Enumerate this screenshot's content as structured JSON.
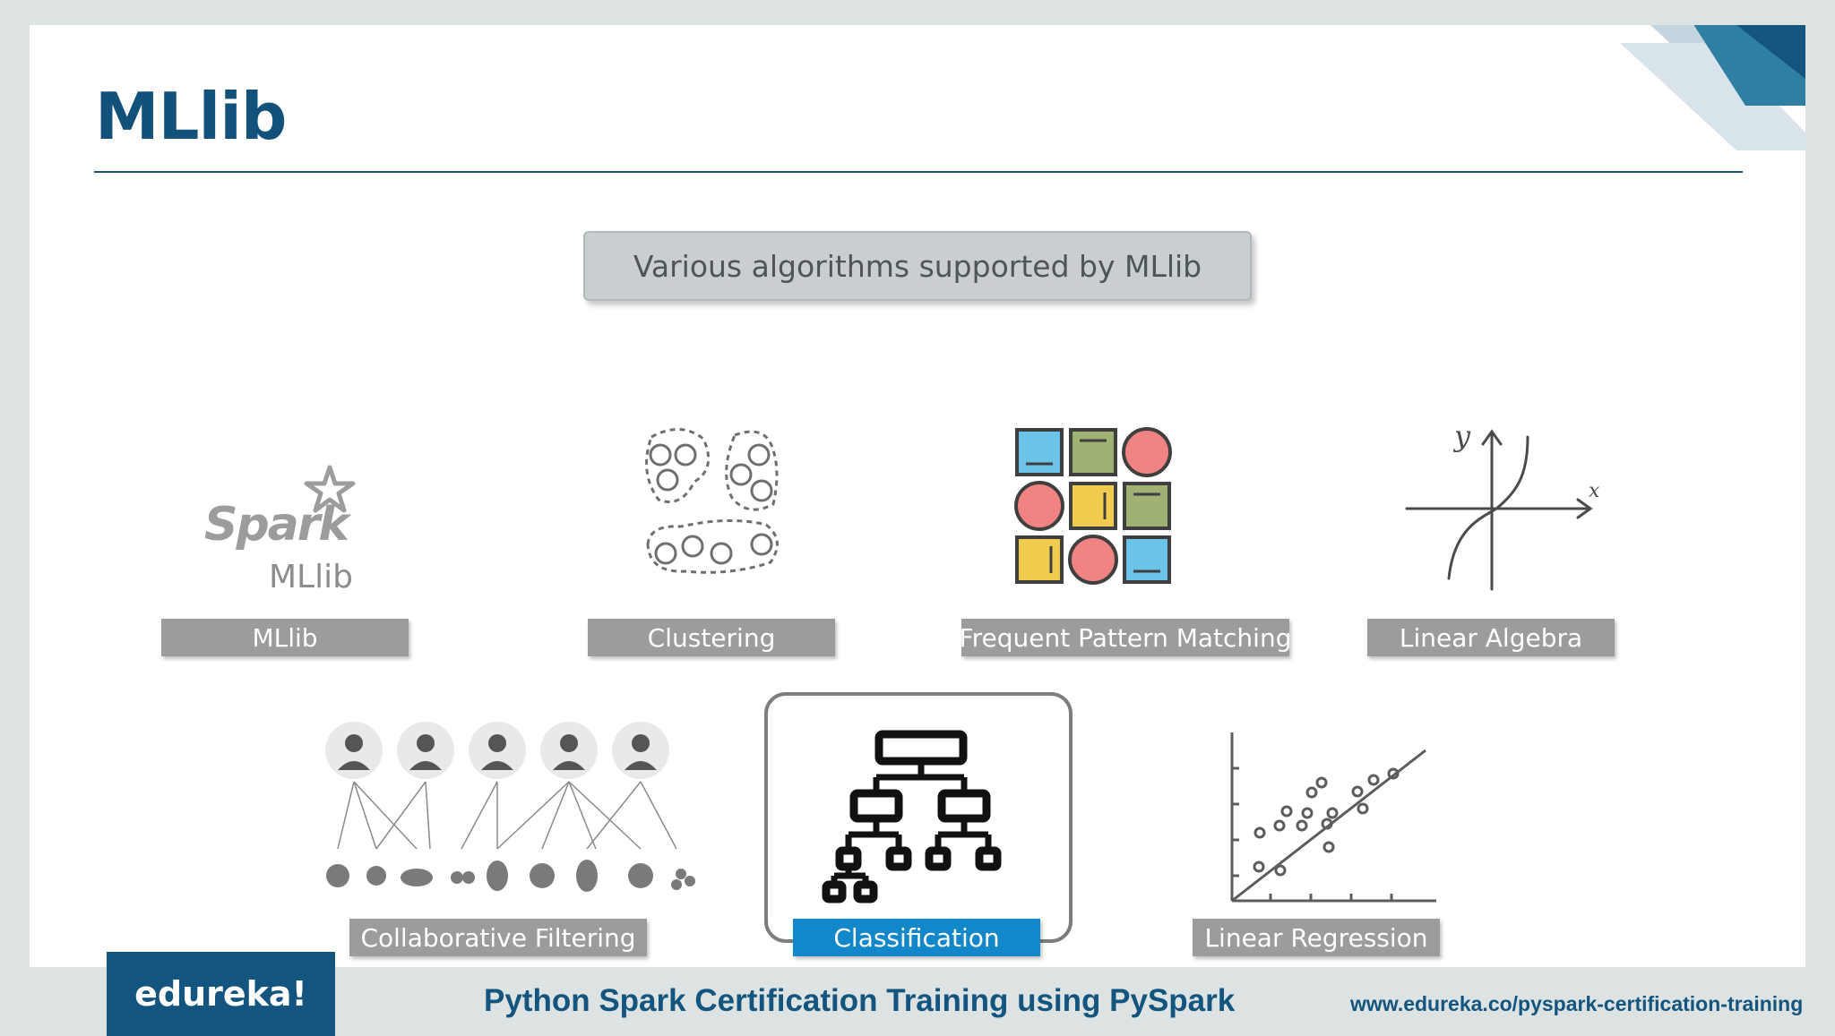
{
  "slide": {
    "title": "MLlib",
    "subtitle": "Various algorithms supported by MLlib"
  },
  "logo": {
    "spark_word": "Spark",
    "mllib_word": "MLlib"
  },
  "algorithms": [
    {
      "label": "MLlib",
      "icon": "spark-mllib-logo",
      "selected": false
    },
    {
      "label": "Clustering",
      "icon": "clustering-icon",
      "selected": false
    },
    {
      "label": "Frequent Pattern Matching",
      "icon": "pattern-grid-icon",
      "selected": false
    },
    {
      "label": "Linear Algebra",
      "icon": "axes-curve-icon",
      "selected": false
    },
    {
      "label": "Collaborative Filtering",
      "icon": "people-to-fruits-icon",
      "selected": false
    },
    {
      "label": "Classification",
      "icon": "hierarchy-tree-icon",
      "selected": true
    },
    {
      "label": "Linear Regression",
      "icon": "regression-scatter-icon",
      "selected": false
    }
  ],
  "axis_marks": {
    "x": "x",
    "y": "y"
  },
  "footer": {
    "brand": "edureka!",
    "course": "Python Spark Certification Training using PySpark",
    "url": "www.edureka.co/pyspark-certification-training"
  },
  "colors": {
    "title": "#12527a",
    "label_bg": "#9c9c9c",
    "label_selected_bg": "#1287c9",
    "footer_brand_bg": "#13557f"
  }
}
